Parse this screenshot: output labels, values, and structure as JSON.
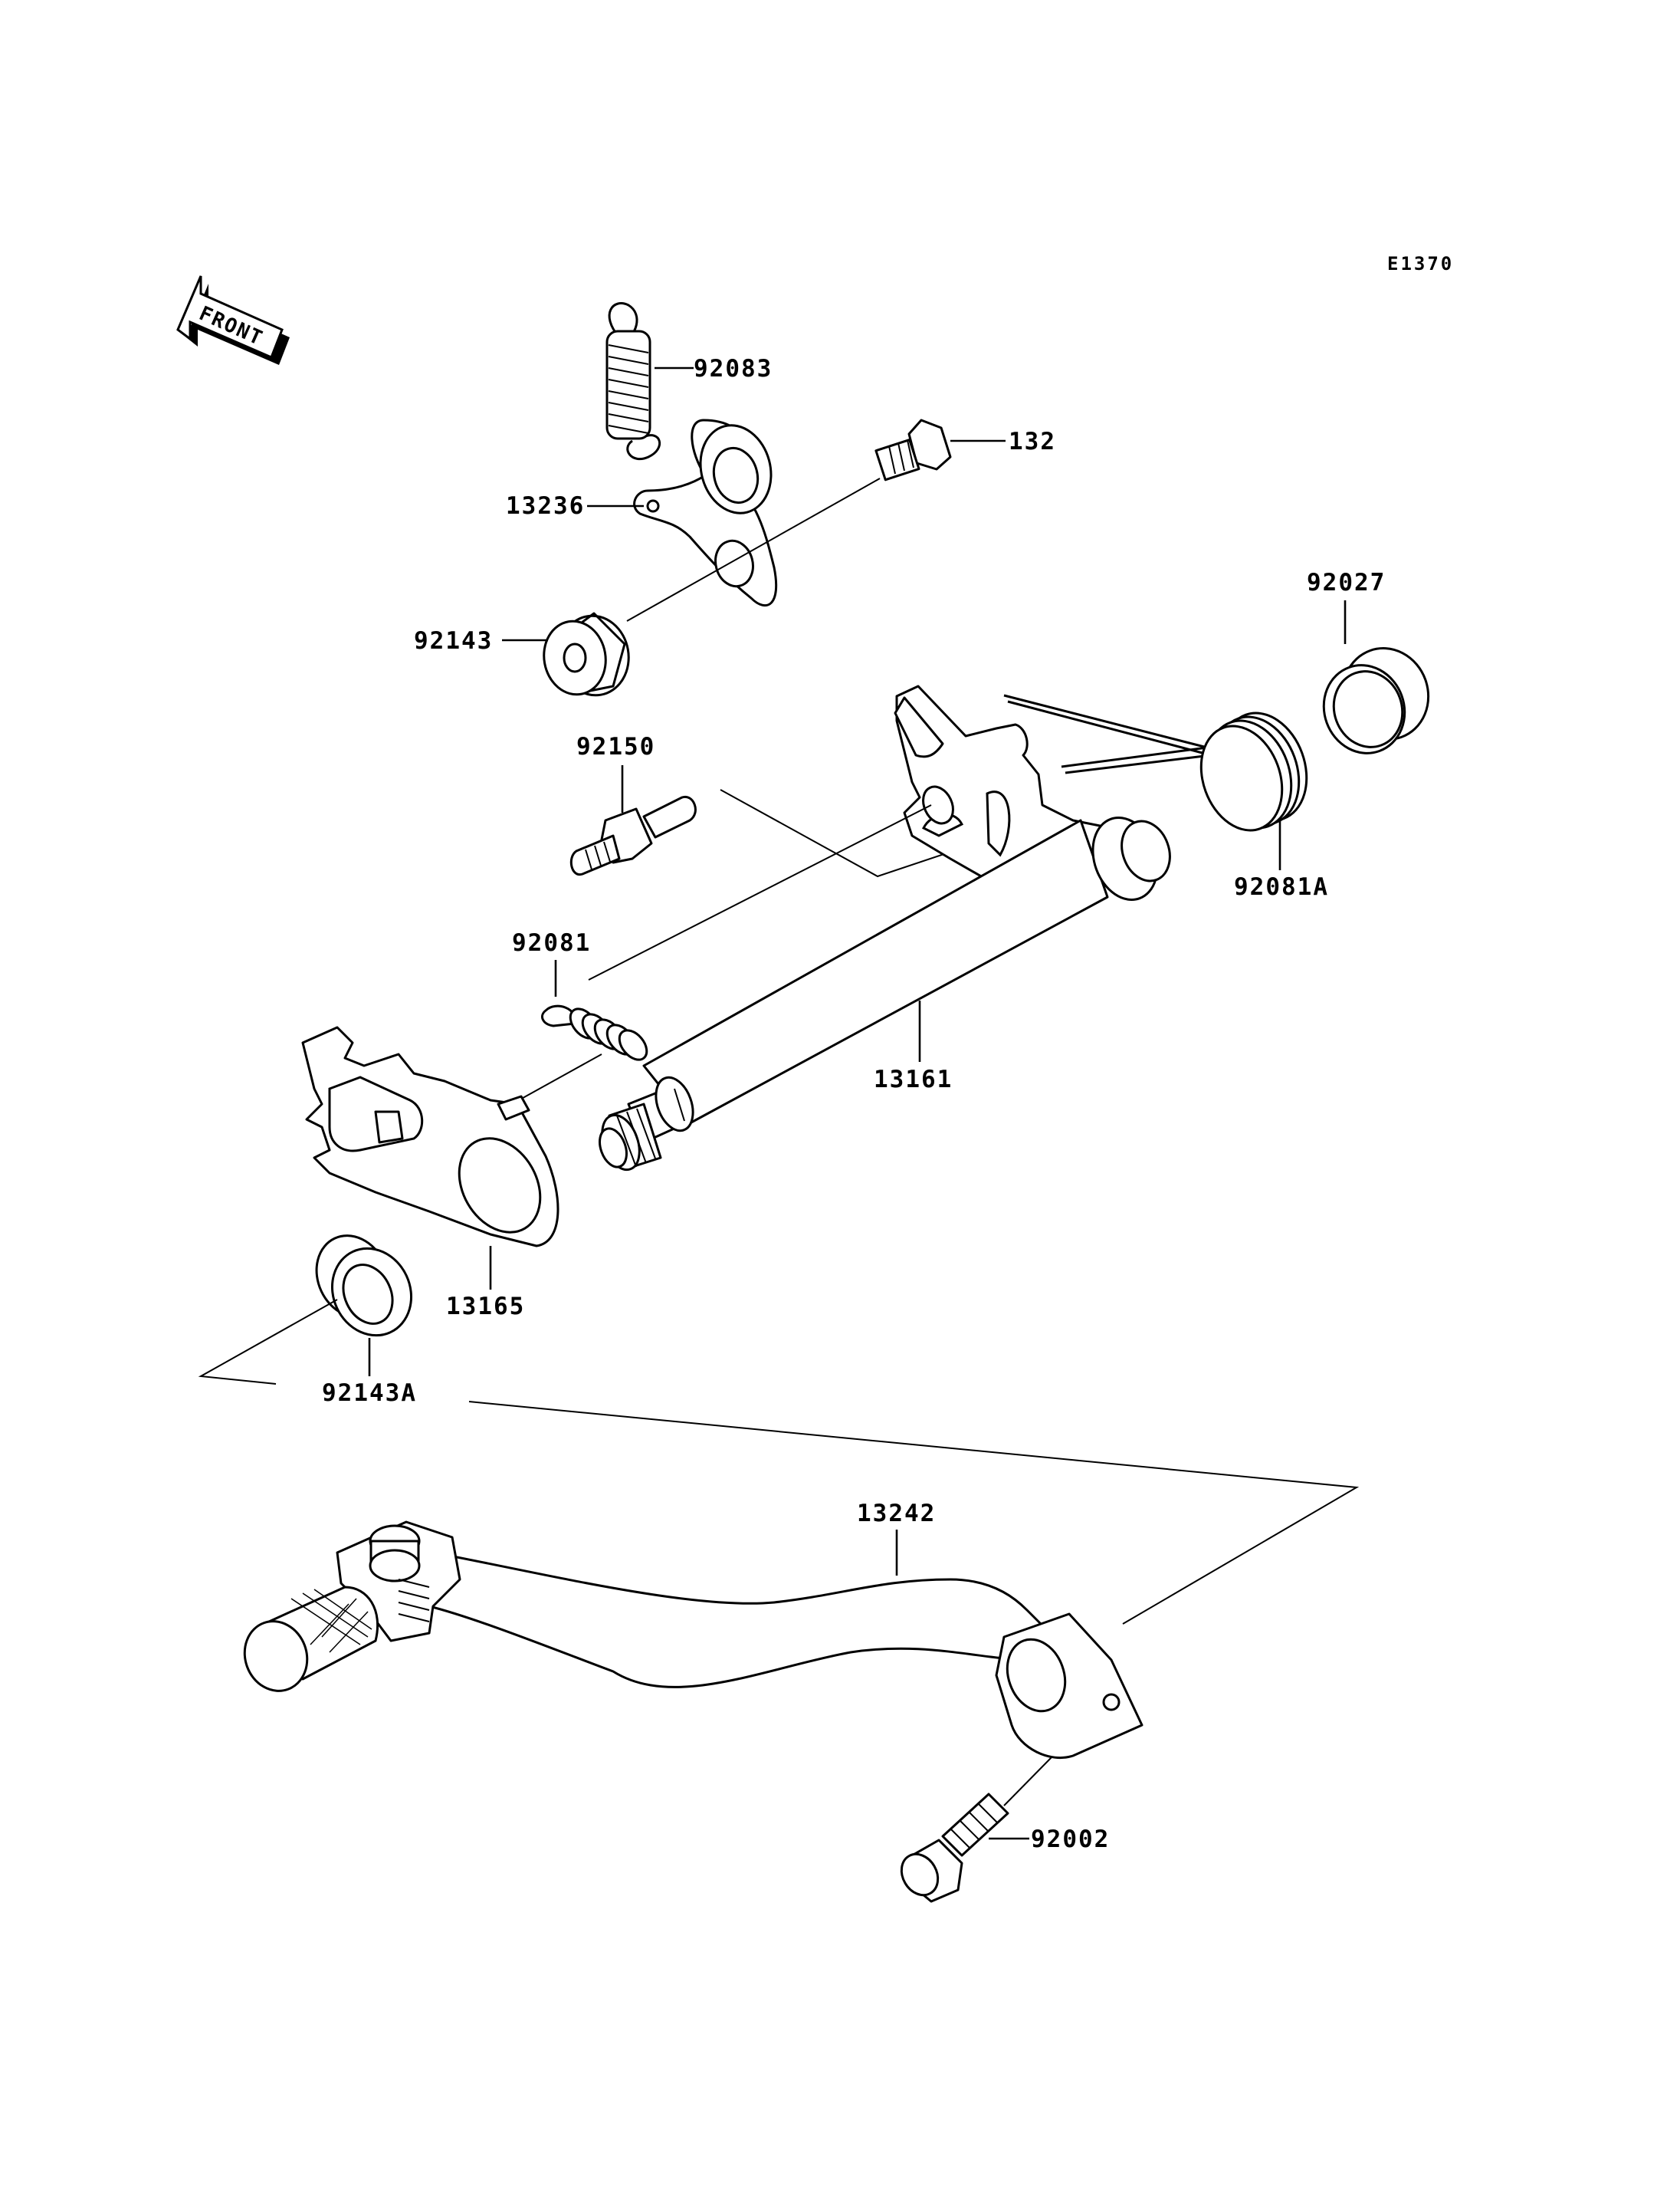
{
  "figure_code": "E1370",
  "front_label": "FRONT",
  "parts": {
    "spring_top": "92083",
    "bolt_132": "132",
    "lever_13236": "13236",
    "collar_92143": "92143",
    "collar_92027": "92027",
    "pin_92150": "92150",
    "spring_92081a": "92081A",
    "spring_92081": "92081",
    "shaft_13161": "13161",
    "plate_13165": "13165",
    "collar_92143a": "92143A",
    "pedal_13242": "13242",
    "bolt_92002": "92002"
  }
}
